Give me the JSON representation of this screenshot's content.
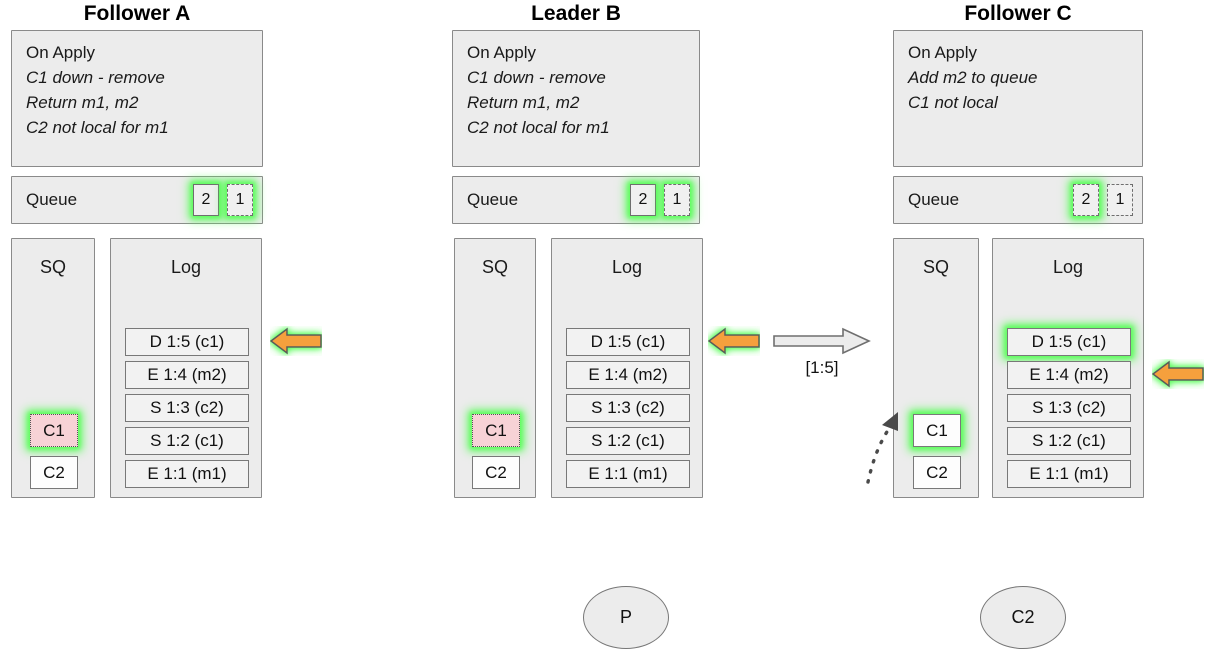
{
  "diagram": {
    "title_row": [
      {
        "label": "Follower A"
      },
      {
        "label": "Leader B"
      },
      {
        "label": "Follower C"
      }
    ],
    "nodes": [
      {
        "id": "follower-a",
        "title": "Follower A",
        "apply": {
          "header": "On Apply",
          "lines": [
            "C1 down - remove",
            "Return m1, m2",
            "C2 not local for m1"
          ]
        },
        "queue": {
          "label": "Queue",
          "slots": [
            {
              "value": "2",
              "style": "solid",
              "glow": true
            },
            {
              "value": "1",
              "style": "dashed",
              "glow": true
            }
          ]
        },
        "sq": {
          "header": "SQ",
          "entries": [
            {
              "value": "C1",
              "fill": "pink",
              "border": "dotted",
              "glow": true
            },
            {
              "value": "C2",
              "fill": "white",
              "border": "solid",
              "glow": false
            }
          ]
        },
        "log": {
          "header": "Log",
          "entries": [
            {
              "value": "D 1:5 (c1)",
              "glow": false
            },
            {
              "value": "E 1:4 (m2)",
              "glow": false
            },
            {
              "value": "S 1:3 (c2)",
              "glow": false
            },
            {
              "value": "S 1:2 (c1)",
              "glow": false
            },
            {
              "value": "E 1:1 (m1)",
              "glow": false
            }
          ]
        },
        "incoming_arrow": {
          "direction": "left",
          "color": "#f5a03c",
          "glow": true,
          "target_entry": 0
        }
      },
      {
        "id": "leader-b",
        "title": "Leader B",
        "apply": {
          "header": "On Apply",
          "lines": [
            "C1 down - remove",
            "Return m1, m2",
            "C2 not local for m1"
          ]
        },
        "queue": {
          "label": "Queue",
          "slots": [
            {
              "value": "2",
              "style": "solid",
              "glow": true
            },
            {
              "value": "1",
              "style": "dashed",
              "glow": true
            }
          ]
        },
        "sq": {
          "header": "SQ",
          "entries": [
            {
              "value": "C1",
              "fill": "pink",
              "border": "dotted",
              "glow": true
            },
            {
              "value": "C2",
              "fill": "white",
              "border": "solid",
              "glow": false
            }
          ]
        },
        "log": {
          "header": "Log",
          "entries": [
            {
              "value": "D 1:5 (c1)",
              "glow": false
            },
            {
              "value": "E 1:4 (m2)",
              "glow": false
            },
            {
              "value": "S 1:3 (c2)",
              "glow": false
            },
            {
              "value": "S 1:2 (c1)",
              "glow": false
            },
            {
              "value": "E 1:1 (m1)",
              "glow": false
            }
          ]
        },
        "incoming_arrow": {
          "direction": "left",
          "color": "#f5a03c",
          "glow": true,
          "target_entry": 0
        }
      },
      {
        "id": "follower-c",
        "title": "Follower C",
        "apply": {
          "header": "On Apply",
          "lines": [
            "Add m2 to queue",
            "C1 not local"
          ]
        },
        "queue": {
          "label": "Queue",
          "slots": [
            {
              "value": "2",
              "style": "dashed",
              "glow": true
            },
            {
              "value": "1",
              "style": "dashed",
              "glow": false
            }
          ]
        },
        "sq": {
          "header": "SQ",
          "entries": [
            {
              "value": "C1",
              "fill": "white",
              "border": "solid",
              "glow": true
            },
            {
              "value": "C2",
              "fill": "white",
              "border": "solid",
              "glow": false
            }
          ]
        },
        "log": {
          "header": "Log",
          "entries": [
            {
              "value": "D 1:5 (c1)",
              "glow": true
            },
            {
              "value": "E 1:4 (m2)",
              "glow": false
            },
            {
              "value": "S 1:3 (c2)",
              "glow": false
            },
            {
              "value": "S 1:2 (c1)",
              "glow": false
            },
            {
              "value": "E 1:1 (m1)",
              "glow": false
            }
          ]
        },
        "incoming_arrow": {
          "direction": "left",
          "color": "#f5a03c",
          "glow": true,
          "target_entry": 1
        }
      }
    ],
    "replication_arrow": {
      "direction": "right",
      "label": "[1:5]",
      "fill": "#ececec",
      "stroke": "#6f6f6f"
    },
    "clients": [
      {
        "label": "P"
      },
      {
        "label": "C2"
      }
    ],
    "colors": {
      "panel_fill": "#ececec",
      "panel_stroke": "#8a8a8a",
      "entry_fill": "#f2f2f2",
      "entry_stroke": "#787878",
      "pink_fill": "#f7d2d6",
      "glow_green": "#5dfb5d",
      "arrow_orange": "#f5a03c",
      "arrow_orange_stroke": "#5a5a5a"
    }
  }
}
